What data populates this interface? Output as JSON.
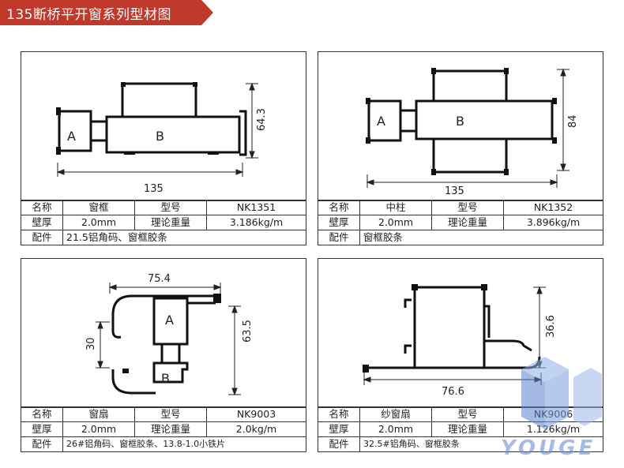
{
  "banner": {
    "title": "135断桥平开窗系列型材图",
    "color": "#c0392b"
  },
  "labels": {
    "name": "名称",
    "model": "型号",
    "thickness": "壁厚",
    "weight": "理论重量",
    "fittings": "配件"
  },
  "products": [
    {
      "name": "窗框",
      "model": "NK1351",
      "thickness": "2.0mm",
      "weight": "3.186kg/m",
      "fittings": "21.5铝角码、窗框胶条",
      "dims": {
        "width": "135",
        "height": "64.3"
      },
      "chambers": [
        "A",
        "B"
      ]
    },
    {
      "name": "中柱",
      "model": "NK1352",
      "thickness": "2.0mm",
      "weight": "3.896kg/m",
      "fittings": "窗框胶条",
      "dims": {
        "width": "135",
        "height": "84"
      },
      "chambers": [
        "A",
        "B"
      ]
    },
    {
      "name": "窗扇",
      "model": "NK9003",
      "thickness": "2.0mm",
      "weight": "2.0kg/m",
      "fittings": "26#铝角码、窗框胶条、13.8-1.0小铁片",
      "dims": {
        "width": "75.4",
        "height": "63.5",
        "inner": "30"
      },
      "chambers": [
        "A",
        "B"
      ]
    },
    {
      "name": "纱窗扇",
      "model": "NK9006",
      "thickness": "2.0mm",
      "weight": "1.126kg/m",
      "fittings": "32.5#铝角码、窗框胶条",
      "dims": {
        "width": "76.6",
        "height": "36.6"
      }
    }
  ],
  "watermark": {
    "text": "YOUGE",
    "color": "#6b8fd6"
  }
}
